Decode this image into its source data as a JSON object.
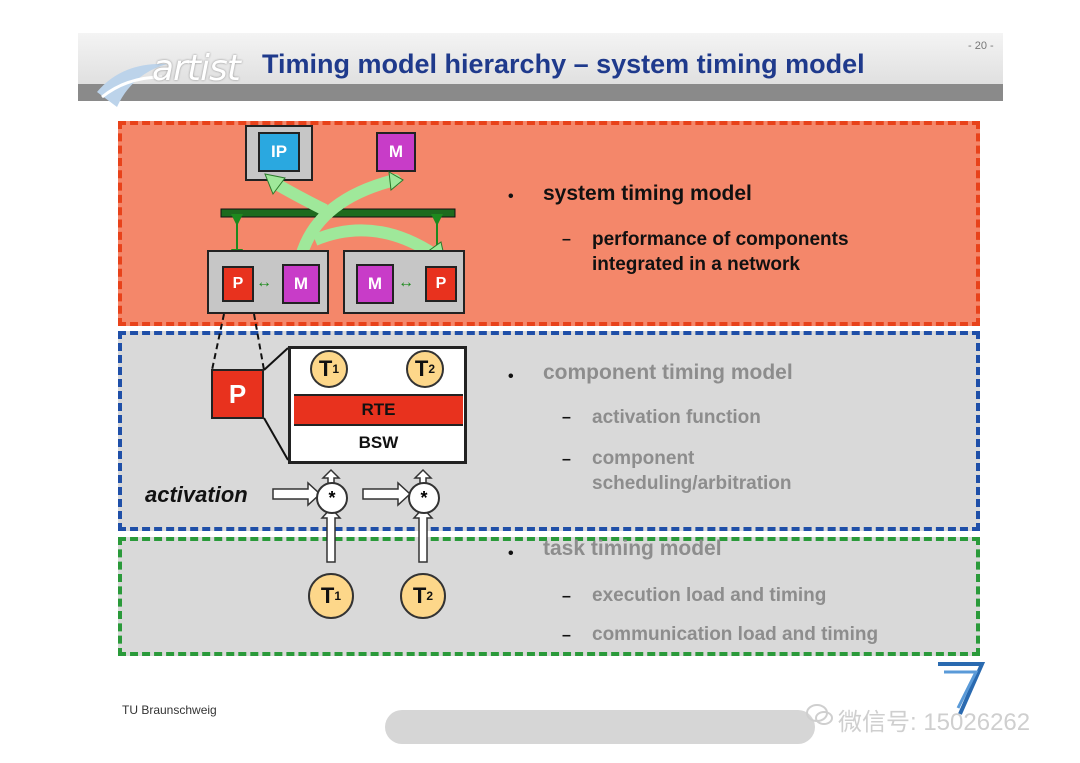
{
  "header": {
    "logo": "artist",
    "title": "Timing model hierarchy – system timing model",
    "page_number": "- 20 -"
  },
  "zones": {
    "system": {
      "bullet": "system timing model",
      "subs": [
        "performance of components integrated in a network"
      ]
    },
    "component": {
      "bullet": "component timing model",
      "subs": [
        "activation function",
        "component scheduling/arbitration"
      ]
    },
    "task": {
      "bullet": "task timing model",
      "subs": [
        "execution load and timing",
        "communication load and timing"
      ]
    }
  },
  "diagram": {
    "ip_label": "IP",
    "m_label": "M",
    "p_label": "P",
    "big_p_label": "P",
    "rte_label": "RTE",
    "bsw_label": "BSW",
    "t1_label": "T",
    "t1_sub": "1",
    "t2_label": "T",
    "t2_sub": "2",
    "activation_label": "activation",
    "star_label": "*"
  },
  "footer": {
    "institution": "TU Braunschweig",
    "watermark": "微信号: 15026262"
  },
  "colors": {
    "title": "#1f3a8c",
    "system_fill": "#f4876a",
    "system_border": "#e8421a",
    "component_border": "#1f4fa8",
    "task_border": "#2a9a3a",
    "processor": "#e8321e",
    "memory": "#c83cc8",
    "ip": "#2aa8e0"
  }
}
